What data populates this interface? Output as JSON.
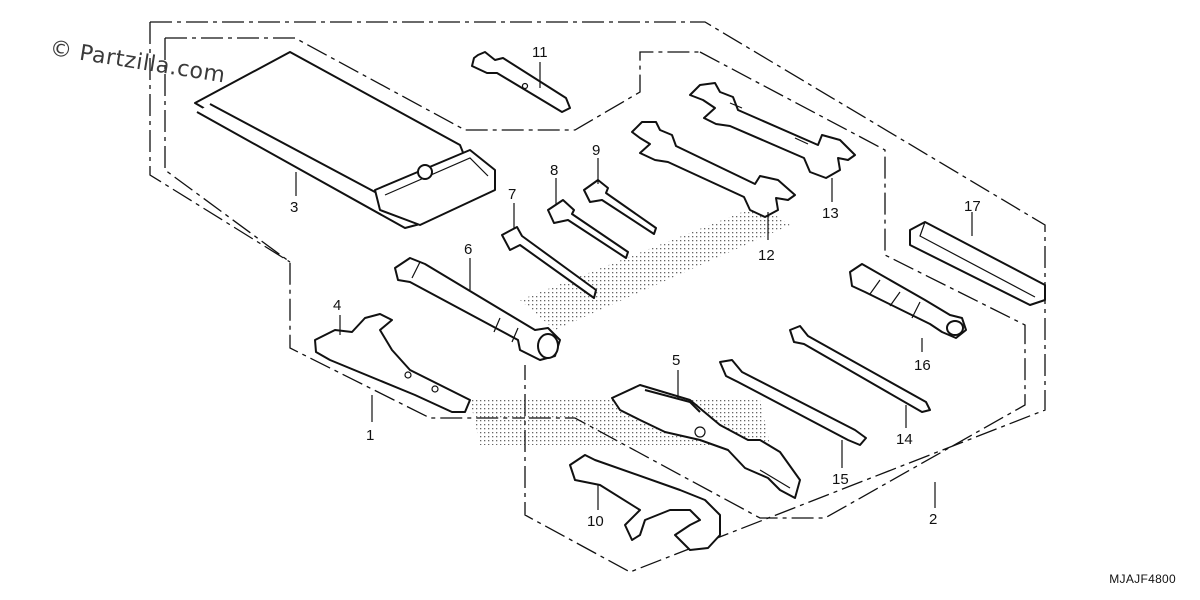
{
  "watermark": "© Partzilla.com",
  "diagram_code": "MJAJF4800",
  "callouts": {
    "c1": "1",
    "c2": "2",
    "c3": "3",
    "c4": "4",
    "c5": "5",
    "c6": "6",
    "c7": "7",
    "c8": "8",
    "c9": "9",
    "c10": "10",
    "c11": "11",
    "c12": "12",
    "c13": "13",
    "c14": "14",
    "c15": "15",
    "c16": "16",
    "c17": "17"
  }
}
